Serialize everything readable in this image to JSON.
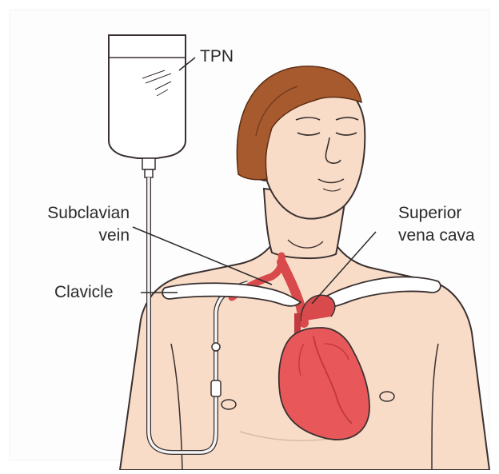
{
  "diagram": {
    "labels": {
      "tpn": "TPN",
      "subclavian_line1": "Subclavian",
      "subclavian_line2": "vein",
      "svc_line1": "Superior",
      "svc_line2": "vena cava",
      "clavicle": "Clavicle"
    },
    "colors": {
      "background": "#ffffff",
      "frame": "#fcfcfc",
      "skin": "#f8dcc7",
      "skin_shadow": "#f1c7ad",
      "hair": "#a65a2e",
      "hair_dark": "#7a3d1c",
      "heart": "#e8585a",
      "heart_dark": "#c23a3f",
      "vein": "#d94a4c",
      "bone": "#ffffff",
      "outline": "#3a3030",
      "bag": "#ffffff",
      "tube": "#f4f4f4"
    },
    "icons": [
      "iv-bag-icon",
      "heart-icon"
    ]
  }
}
